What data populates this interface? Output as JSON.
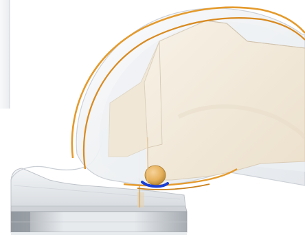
{
  "figure": {
    "kind": "3d-render",
    "has_text": false
  },
  "colors": {
    "background": "#ffffff",
    "insert_shell": "#f1f3f5",
    "insert_shell_edge": "#c9ced4",
    "insert_shell_shadow": "#d7dbe0",
    "femoral_bone": "#f2e8d8",
    "femoral_bone_edge": "#d9cdb9",
    "femoral_cut_face": "#f6efe3",
    "orange_curve": "#e49a2c",
    "orange_curve_dark": "#b66f15",
    "contact_sphere": "#e6b15c",
    "contact_sphere_dark": "#b5832f",
    "blue_marker": "#1a3fd6",
    "base_plate_top": "#e7e9ec",
    "base_plate_side": "#bfc4ca",
    "base_plate_dark": "#8f959c",
    "post": "#d8b47a",
    "left_panel": "#f4f5f6"
  },
  "components": [
    {
      "name": "femoral-component",
      "label": ""
    },
    {
      "name": "tibial-insert",
      "label": ""
    },
    {
      "name": "base-plate",
      "label": ""
    },
    {
      "name": "contact-point",
      "label": ""
    }
  ]
}
